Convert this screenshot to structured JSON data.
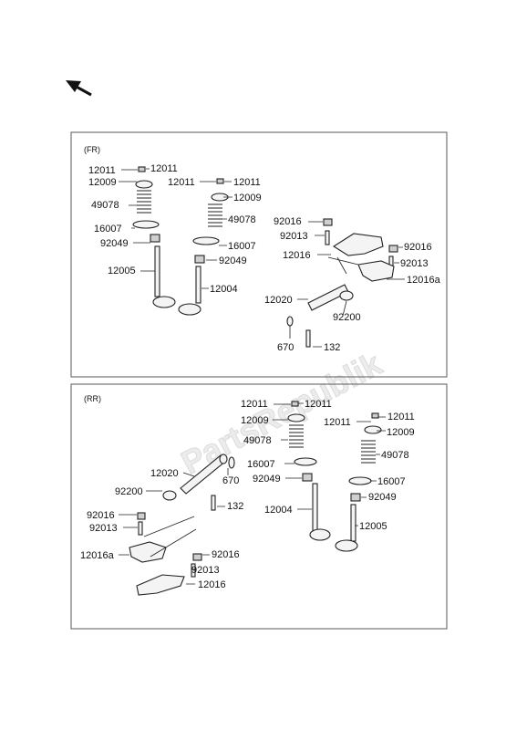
{
  "watermark": "PartsRepublik",
  "nav": {
    "icon": "back-arrow-icon"
  },
  "panels": {
    "fr": {
      "tag": "(FR)",
      "intake": [
        "12011",
        "12011",
        "12009",
        "49078",
        "16007",
        "92049",
        "12005"
      ],
      "exhaust": [
        "12011",
        "12011",
        "12009",
        "49078",
        "16007",
        "92049",
        "12004"
      ],
      "rocker": [
        "92016",
        "92013",
        "12016",
        "92016",
        "92013",
        "12016a",
        "12020",
        "92200",
        "670",
        "132"
      ]
    },
    "rr": {
      "tag": "(RR)",
      "intake": [
        "12011",
        "12011",
        "12009",
        "49078",
        "16007",
        "92049",
        "12004"
      ],
      "exhaust": [
        "12011",
        "12011",
        "12009",
        "49078",
        "16007",
        "92049",
        "12005"
      ],
      "rocker": [
        "12020",
        "670",
        "92200",
        "132",
        "92016",
        "92013",
        "12016a",
        "92016",
        "92013",
        "12016"
      ]
    }
  }
}
